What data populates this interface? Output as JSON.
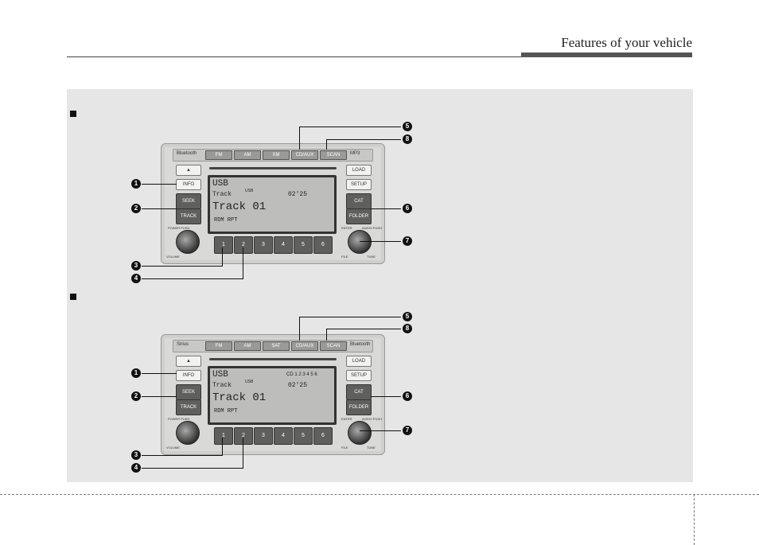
{
  "header": {
    "title": "Features of your vehicle"
  },
  "units": [
    {
      "id": "top",
      "brand_left": "Bluetooth",
      "brand_right": "MP3",
      "mode_buttons": [
        "FM",
        "AM",
        "XM",
        "CD/AUX",
        "SCAN"
      ],
      "right_top_button": "LOAD",
      "left_buttons": {
        "eject": "▲",
        "info": "INFO",
        "seek": "SEEK",
        "track": "TRACK"
      },
      "right_buttons": {
        "setup": "SETUP",
        "cat": "CAT",
        "folder": "FOLDER"
      },
      "display": {
        "mode": "USB",
        "sub": "USB",
        "line2": "Track",
        "time": "02'25",
        "extra": "",
        "track": "Track 01",
        "modes": "RDM  RPT"
      },
      "presets": [
        "1",
        "2",
        "3",
        "4",
        "5",
        "6"
      ],
      "knob_labels": {
        "power": "POWER PUSH",
        "volume": "VOLUME",
        "enter": "ENTER",
        "audio": "AUDIO PUSH",
        "file": "FILE",
        "tune": "TUNE"
      }
    },
    {
      "id": "bottom",
      "brand_left": "Sirius",
      "brand_right": "Bluetooth",
      "mode_buttons": [
        "FM",
        "AM",
        "SAT",
        "CD/AUX",
        "SCAN"
      ],
      "right_top_button": "LOAD",
      "left_buttons": {
        "eject": "▲",
        "info": "INFO",
        "seek": "SEEK",
        "track": "TRACK"
      },
      "right_buttons": {
        "setup": "SETUP",
        "cat": "CAT",
        "folder": "FOLDER"
      },
      "display": {
        "mode": "USB",
        "sub": "USB",
        "line2": "Track",
        "time": "02'25",
        "extra": "CD 1 2 3 4 5 6",
        "track": "Track 01",
        "modes": "RDM  RPT"
      },
      "presets": [
        "1",
        "2",
        "3",
        "4",
        "5",
        "6"
      ],
      "knob_labels": {
        "power": "POWER PUSH",
        "volume": "VOLUME",
        "enter": "ENTER",
        "audio": "AUDIO PUSH",
        "file": "FILE",
        "tune": "TUNE"
      }
    }
  ],
  "callouts": [
    "1",
    "2",
    "3",
    "4",
    "5",
    "6",
    "7",
    "8"
  ]
}
